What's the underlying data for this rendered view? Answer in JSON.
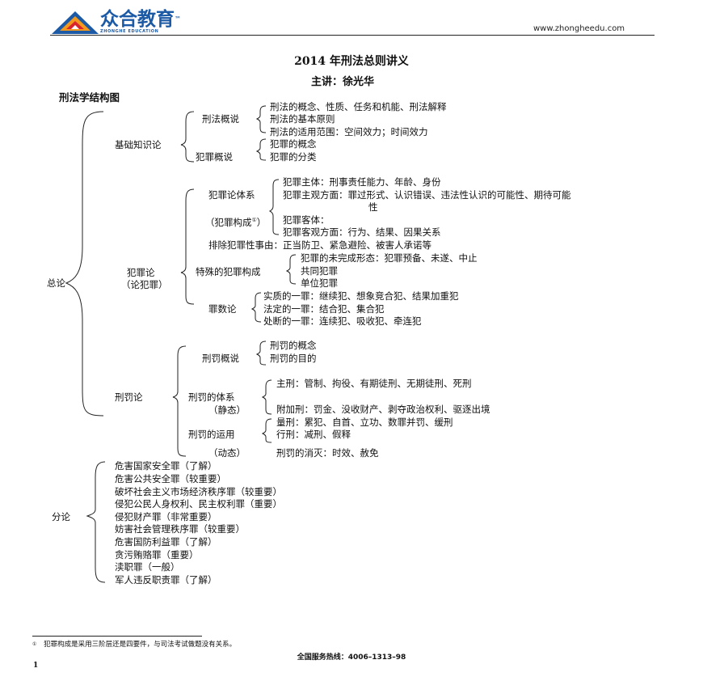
{
  "header": {
    "brand_name": "众合教育",
    "brand_tm": "™",
    "brand_sub": "ZHONGHE EDUCATION",
    "website": "www.zhongheedu.com",
    "colors": {
      "blue": "#1c5aa6",
      "orange": "#f39a1e",
      "red": "#d8262c"
    }
  },
  "doc": {
    "title": "2014 年刑法总则讲义",
    "lecturer": "主讲：徐光华",
    "section_title": "刑法学结构图"
  },
  "tree": {
    "zonglun": "总论",
    "jichu": "基础知识论",
    "xingfa_gaishuo": "刑法概说",
    "xg_items": [
      "刑法的概念、性质、任务和机能、刑法解释",
      "刑法的基本原则",
      "刑法的适用范围：空间效力；时间效力"
    ],
    "fanzui_gaishuo": "犯罪概说",
    "fg_items": [
      "犯罪的概念",
      "犯罪的分类"
    ],
    "fanzuilun": "犯罪论",
    "fanzuilun_sub": "（论犯罪）",
    "fzl_tixi": "犯罪论体系",
    "fzl_goucheng": "（犯罪构成",
    "fzl_goucheng_sup": "①",
    "fzl_goucheng_close": "）",
    "tixi_items": [
      "犯罪主体：刑事责任能力、年龄、身份",
      "犯罪主观方面：罪过形式、认识错误、违法性认识的可能性、期待可能",
      "性",
      "犯罪客体：",
      "犯罪客观方面：行为、结果、因果关系"
    ],
    "paichu": "排除犯罪性事由：正当防卫、紧急避险、被害人承诺等",
    "teshu": "特殊的犯罪构成",
    "teshu_items": [
      "犯罪的未完成形态：犯罪预备、未遂、中止",
      "共同犯罪",
      "单位犯罪"
    ],
    "zuishu": "罪数论",
    "zuishu_items": [
      "实质的一罪：继续犯、想象竞合犯、结果加重犯",
      "法定的一罪：结合犯、集合犯",
      "处断的一罪：连续犯、吸收犯、牵连犯"
    ],
    "xingfalun": "刑罚论",
    "xf_gaishuo": "刑罚概说",
    "xfg_items": [
      "刑罚的概念",
      "刑罚的目的"
    ],
    "xf_tixi": "刑罚的体系",
    "xf_tixi_sub": "（静态）",
    "tixi2_items": [
      "主刑：管制、拘役、有期徒刑、无期徒刑、死刑",
      "附加刑：罚金、没收财产、剥夺政治权利、驱逐出境"
    ],
    "xf_yunyong": "刑罚的运用",
    "xf_yunyong_sub": "（动态）",
    "yunyong_items": [
      "量刑：累犯、自首、立功、数罪并罚、缓刑",
      "行刑：减刑、假释"
    ],
    "xiaomie": "刑罚的消灭：时效、赦免",
    "fenlun": "分论",
    "fenlun_items": [
      "危害国家安全罪（了解）",
      "危害公共安全罪（较重要）",
      "破坏社会主义市场经济秩序罪（较重要）",
      "侵犯公民人身权利、民主权利罪（重要）",
      "侵犯财产罪（非常重要）",
      "妨害社会管理秩序罪（较重要）",
      "危害国防利益罪（了解）",
      "贪污贿赂罪（重要）",
      "渎职罪（一般）",
      "军人违反职责罪（了解）"
    ]
  },
  "footer": {
    "footnote_mark": "①",
    "footnote": "犯罪构成是采用三阶层还是四要件，与司法考试做题没有关系。",
    "hotline": "全国服务热线：4006–1313–98",
    "page_number": "1"
  }
}
